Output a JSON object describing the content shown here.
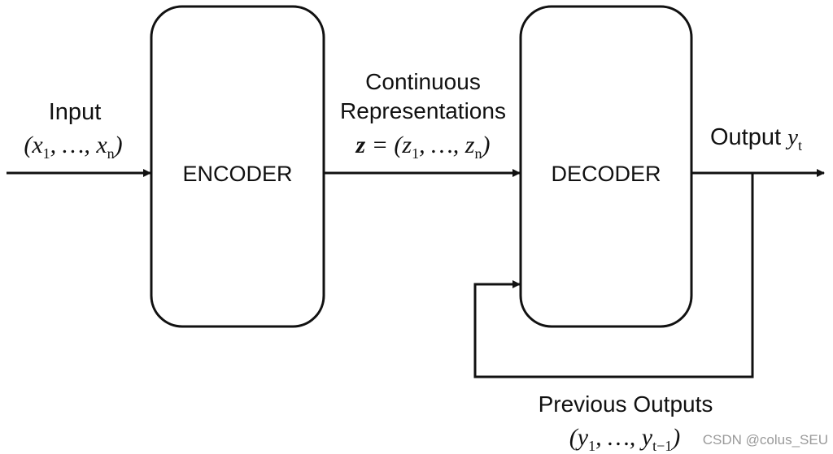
{
  "encoder": {
    "label": "ENCODER"
  },
  "decoder": {
    "label": "DECODER"
  },
  "input": {
    "label": "Input",
    "var": "x",
    "first_sub": "1",
    "last_sub": "n",
    "ellipsis": "…"
  },
  "representation": {
    "line1": "Continuous",
    "line2": "Representations",
    "bold_var": "z",
    "var": "z",
    "first_sub": "1",
    "last_sub": "n",
    "ellipsis": "…"
  },
  "output": {
    "label": "Output",
    "var": "y",
    "sub": "t"
  },
  "previous": {
    "label": "Previous Outputs",
    "var": "y",
    "first_sub": "1",
    "last_sub": "t−1",
    "ellipsis": "…"
  },
  "watermark": "CSDN @colus_SEU",
  "colors": {
    "stroke": "#111111",
    "watermark": "#9a9a9a"
  }
}
